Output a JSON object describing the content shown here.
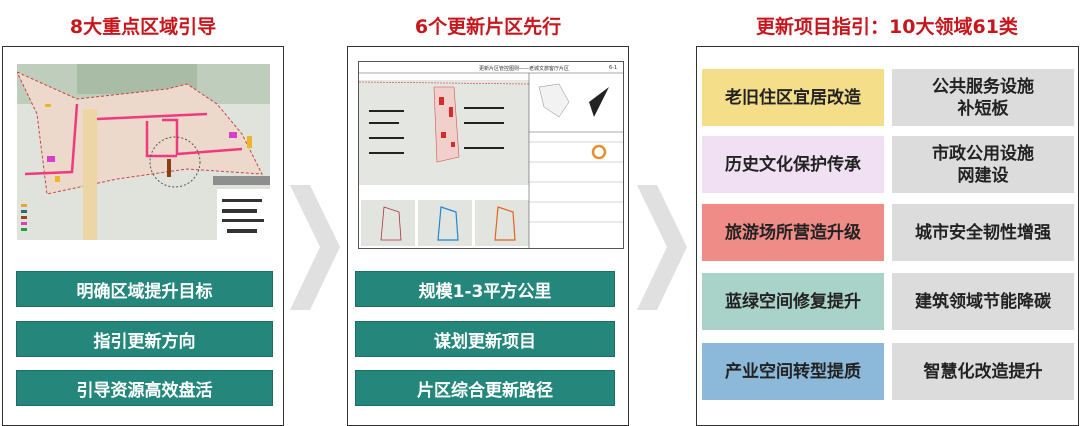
{
  "columns": [
    {
      "title": "8大重点区域引导",
      "buttons": [
        "明确区域提升目标",
        "指引更新方向",
        "引导资源高效盘活"
      ]
    },
    {
      "title": "6个更新片区先行",
      "map_title": "更新片区管控图则——老城文旅客厅片区",
      "map_code": "6-1",
      "buttons": [
        "规模1-3平方公里",
        "谋划更新项目",
        "片区综合更新路径"
      ]
    },
    {
      "title": "更新项目指引：10大领域61类",
      "cells": [
        {
          "label": "老旧住区宜居改造",
          "color": "#f5de8a"
        },
        {
          "label": "公共服务设施\n补短板",
          "color": "#dcdcdc"
        },
        {
          "label": "历史文化保护传承",
          "color": "#f1e0f4"
        },
        {
          "label": "市政公用设施\n网建设",
          "color": "#dcdcdc"
        },
        {
          "label": "旅游场所营造升级",
          "color": "#ef8c88"
        },
        {
          "label": "城市安全韧性增强",
          "color": "#dcdcdc"
        },
        {
          "label": "蓝绿空间修复提升",
          "color": "#a9d3c8"
        },
        {
          "label": "建筑领域节能降碳",
          "color": "#dcdcdc"
        },
        {
          "label": "产业空间转型提质",
          "color": "#8cb8da"
        },
        {
          "label": "智慧化改造提升",
          "color": "#dcdcdc"
        }
      ]
    }
  ]
}
